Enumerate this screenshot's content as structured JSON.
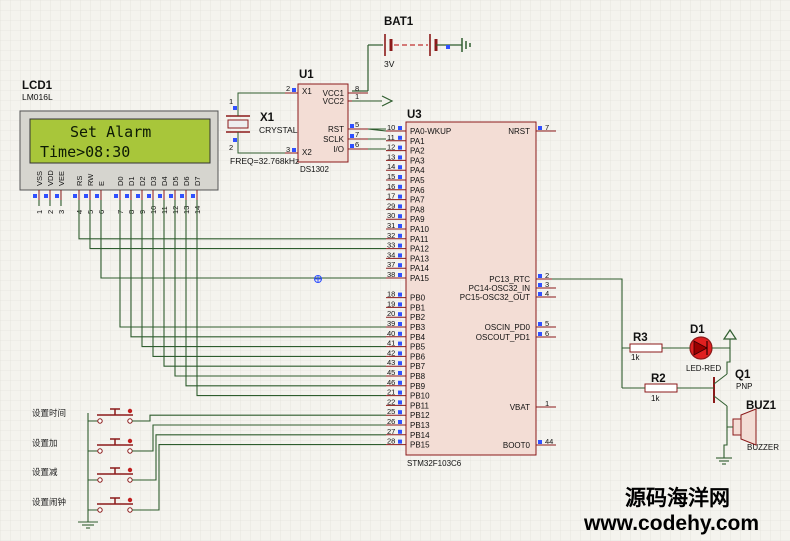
{
  "lcd": {
    "ref": "LCD1",
    "model": "LM016L",
    "line1": "Set  Alarm",
    "line2": "Time>08:30",
    "pins": [
      "VSS",
      "VDD",
      "VEE",
      "RS",
      "RW",
      "E",
      "D0",
      "D1",
      "D2",
      "D3",
      "D4",
      "D5",
      "D6",
      "D7"
    ],
    "pin_numbers": [
      "1",
      "2",
      "3",
      "4",
      "5",
      "6",
      "7",
      "8",
      "9",
      "10",
      "11",
      "12",
      "13",
      "14"
    ]
  },
  "battery": {
    "ref": "BAT1",
    "value": "3V"
  },
  "rtc": {
    "ref": "U1",
    "part": "DS1302",
    "pins_left": [
      {
        "name": "X1",
        "num": "2"
      },
      {
        "name": "X2",
        "num": "3"
      }
    ],
    "pins_right": [
      {
        "name": "VCC1",
        "num": "8"
      },
      {
        "name": "VCC2",
        "num": "1"
      },
      {
        "name": "RST",
        "num": "5"
      },
      {
        "name": "SCLK",
        "num": "7"
      },
      {
        "name": "I/O",
        "num": "6"
      }
    ]
  },
  "crystal": {
    "ref": "X1",
    "type": "CRYSTAL",
    "freq": "FREQ=32.768kHz",
    "pin1": "1",
    "pin2": "2"
  },
  "mcu": {
    "ref": "U3",
    "part": "STM32F103C6",
    "left_pins": [
      {
        "num": "10",
        "name": "PA0-WKUP"
      },
      {
        "num": "11",
        "name": "PA1"
      },
      {
        "num": "12",
        "name": "PA2"
      },
      {
        "num": "13",
        "name": "PA3"
      },
      {
        "num": "14",
        "name": "PA4"
      },
      {
        "num": "15",
        "name": "PA5"
      },
      {
        "num": "16",
        "name": "PA6"
      },
      {
        "num": "17",
        "name": "PA7"
      },
      {
        "num": "29",
        "name": "PA8"
      },
      {
        "num": "30",
        "name": "PA9"
      },
      {
        "num": "31",
        "name": "PA10"
      },
      {
        "num": "32",
        "name": "PA11"
      },
      {
        "num": "33",
        "name": "PA12"
      },
      {
        "num": "34",
        "name": "PA13"
      },
      {
        "num": "37",
        "name": "PA14"
      },
      {
        "num": "38",
        "name": "PA15"
      },
      {
        "num": "",
        "name": ""
      },
      {
        "num": "18",
        "name": "PB0"
      },
      {
        "num": "19",
        "name": "PB1"
      },
      {
        "num": "20",
        "name": "PB2"
      },
      {
        "num": "39",
        "name": "PB3"
      },
      {
        "num": "40",
        "name": "PB4"
      },
      {
        "num": "41",
        "name": "PB5"
      },
      {
        "num": "42",
        "name": "PB6"
      },
      {
        "num": "43",
        "name": "PB7"
      },
      {
        "num": "45",
        "name": "PB8"
      },
      {
        "num": "46",
        "name": "PB9"
      },
      {
        "num": "21",
        "name": "PB10"
      },
      {
        "num": "22",
        "name": "PB11"
      },
      {
        "num": "25",
        "name": "PB12"
      },
      {
        "num": "26",
        "name": "PB13"
      },
      {
        "num": "27",
        "name": "PB14"
      },
      {
        "num": "28",
        "name": "PB15"
      }
    ],
    "right_pins": [
      {
        "name": "NRST",
        "num": "7"
      },
      {
        "name": "PC13_RTC",
        "num": "2"
      },
      {
        "name": "PC14-OSC32_IN",
        "num": "3"
      },
      {
        "name": "PC15-OSC32_OUT",
        "num": "4"
      },
      {
        "name": "OSCIN_PD0",
        "num": "5"
      },
      {
        "name": "OSCOUT_PD1",
        "num": "6"
      },
      {
        "name": "VBAT",
        "num": "1"
      },
      {
        "name": "BOOT0",
        "num": "44"
      }
    ]
  },
  "r3": {
    "ref": "R3",
    "value": "1k"
  },
  "r2": {
    "ref": "R2",
    "value": "1k"
  },
  "d1": {
    "ref": "D1",
    "value": "LED-RED"
  },
  "q1": {
    "ref": "Q1",
    "value": "PNP"
  },
  "buz": {
    "ref": "BUZ1",
    "value": "BUZZER"
  },
  "buttons": [
    "设置时间",
    "设置加",
    "设置减",
    "设置闹钟"
  ],
  "watermark": {
    "line1": "源码海洋网",
    "line2": "www.codehy.com"
  },
  "colors": {
    "wire": "#2f5d2f",
    "part": "#8b1a1a",
    "mcu_fill": "#f3ddd5",
    "lcd_bg": "#a8c63a",
    "pin_marker": "#3050ff"
  }
}
